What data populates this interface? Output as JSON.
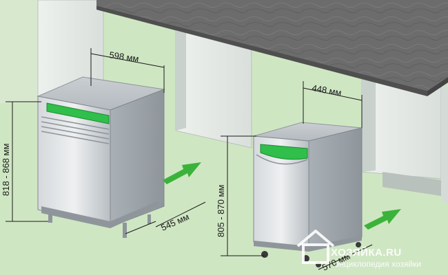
{
  "labels": {
    "large_width": "598 мм",
    "large_height": "818 - 868 мм",
    "large_depth": "545 мм",
    "small_width": "448 мм",
    "small_height": "805 - 870 мм",
    "small_depth": "570 мм"
  },
  "watermark": {
    "site": "ХОЗЯЙКА.RU",
    "tagline": "энциклопедия хозяйки"
  },
  "colors": {
    "background": "#cfe6c3",
    "countertop": "#6b6b6b",
    "cabinet": "#e6ebe8",
    "steel": "#c7ccd0",
    "display": "#2fbf4a",
    "arrow": "#3bb33b"
  }
}
